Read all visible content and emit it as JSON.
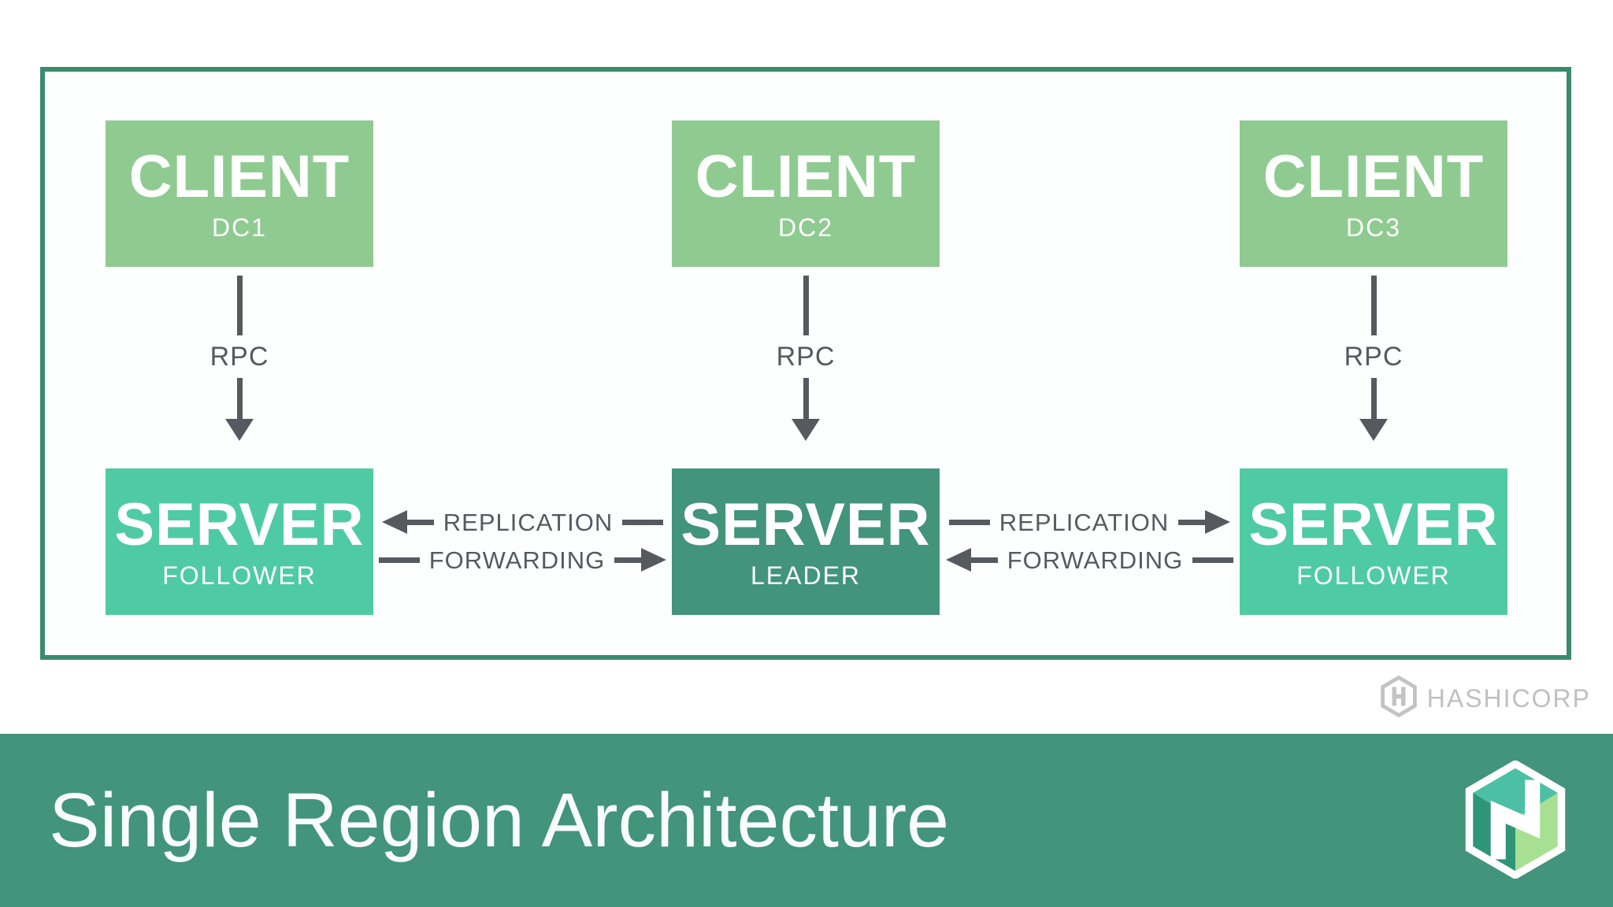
{
  "palette": {
    "client_green": "#8FCB90",
    "follower_teal": "#4FCBA4",
    "leader_green": "#42947B",
    "frame_border_green": "#3A8B6D",
    "arrow_gray": "#565A5F",
    "footer_green": "#42947B",
    "watermark_gray": "#C0C0C0"
  },
  "diagram": {
    "columns": [
      {
        "client": {
          "title": "CLIENT",
          "subtitle": "DC1"
        },
        "rpc_label": "RPC",
        "server": {
          "title": "SERVER",
          "subtitle": "FOLLOWER"
        }
      },
      {
        "client": {
          "title": "CLIENT",
          "subtitle": "DC2"
        },
        "rpc_label": "RPC",
        "server": {
          "title": "SERVER",
          "subtitle": "LEADER"
        }
      },
      {
        "client": {
          "title": "CLIENT",
          "subtitle": "DC3"
        },
        "rpc_label": "RPC",
        "server": {
          "title": "SERVER",
          "subtitle": "FOLLOWER"
        }
      }
    ],
    "connectors": [
      {
        "replication_label": "REPLICATION",
        "replication_direction": "left",
        "forwarding_label": "FORWARDING",
        "forwarding_direction": "right"
      },
      {
        "replication_label": "REPLICATION",
        "replication_direction": "right",
        "forwarding_label": "FORWARDING",
        "forwarding_direction": "left"
      }
    ]
  },
  "watermark": {
    "brand": "HASHICORP",
    "icon": "hashicorp-h-hexagon-icon"
  },
  "footer": {
    "title": "Single Region Architecture",
    "logo": "nomad-cube-logo"
  }
}
